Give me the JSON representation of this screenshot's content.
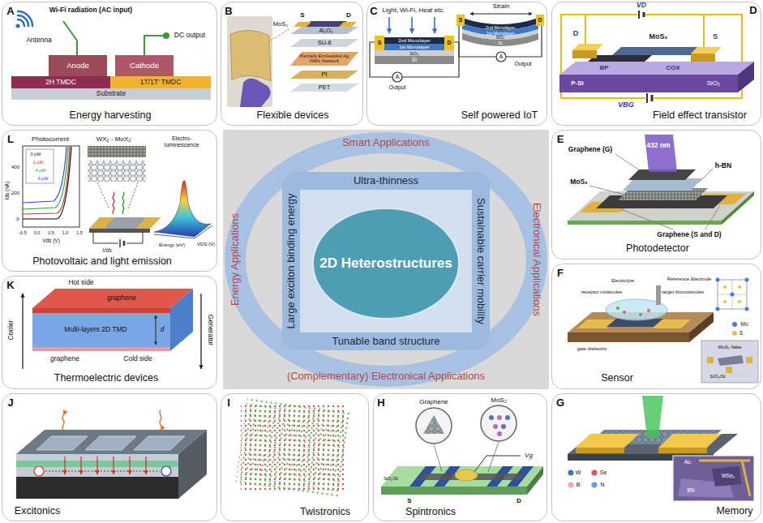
{
  "diagram": {
    "nodes": [
      {
        "text": [
          "A",
          "Energy harvesting"
        ]
      },
      {
        "text": [
          "B",
          "Flexible devices"
        ]
      },
      {
        "text": [
          "C",
          "Self powered IoT"
        ]
      },
      {
        "text": [
          "D",
          "Field effect transistor"
        ]
      },
      {
        "text": [
          "E",
          "Photodetector"
        ]
      },
      {
        "text": [
          "F",
          "Sensor"
        ]
      },
      {
        "text": [
          "G",
          "Memory"
        ]
      },
      {
        "text": [
          "H",
          "Spintronics"
        ]
      },
      {
        "text": [
          "I",
          "Twistronics"
        ]
      },
      {
        "text": [
          "J",
          "Excitonics"
        ]
      },
      {
        "text": [
          "K",
          "Thermoelectric devices"
        ]
      },
      {
        "text": [
          "L",
          "Photovoltaic and light emission"
        ]
      },
      {
        "text": [
          "Smart Applications",
          "Electronical Applications",
          "(Complementary) Electronical Applications",
          "Energy Applications"
        ]
      },
      {
        "text": [
          "Ultra-thinness",
          "Sustainable carrier mobility",
          "Tunable band structure",
          "Large exciton binding energy"
        ],
        "in": 12
      },
      {
        "text": [
          "2D Heterostructures"
        ],
        "in": 13
      }
    ],
    "labels": [
      "Wi-Fi radiation (AC input)",
      "Antenna",
      "Anode",
      "Cathode",
      "DC output",
      "2H TMDC",
      "1T/1T' TMDC",
      "Substrate",
      "S",
      "D",
      "MoS₂",
      "Al₂O₃",
      "SU-8",
      "Partially Embedded Ag NWs Network",
      "PI",
      "PET",
      "Light, Wi-Fi, Heat etc.",
      "Strain",
      "S",
      "D",
      "2nd Monolayer",
      "1st Monolayer",
      "SiO₂",
      "Si",
      "A",
      "Output",
      "S",
      "D",
      "2nd Monolayer",
      "1st Monolayer",
      "SiO₂",
      "Si",
      "A",
      "Output",
      "VD",
      "D",
      "S",
      "MoS₂",
      "BP",
      "P-Si",
      "COX",
      "SiO₂",
      "VBG",
      "Graphene (G)",
      "432 nm",
      "h-BN",
      "MoS₂",
      "Graphene (S and D)",
      "Electrolyte",
      "Reference Electrode",
      "receptor molecules",
      "target biomolecules",
      "gate dielectric",
      "Mo",
      "S",
      "MoS₂ flake",
      "SiO₂/Si",
      "W",
      "Se",
      "B",
      "N",
      "Au",
      "WSe₂",
      "BN",
      "Graphene",
      "MoS₂",
      "S",
      "D",
      "Vg",
      "SiO₂/Si",
      "Hot side",
      "graphene",
      "Cooler",
      "Generator",
      "Multi-layers 2D TMD",
      "d",
      "graphene",
      "Cold side",
      "Photocurrent",
      "Ids (nA)",
      "400",
      "200",
      "0",
      "-0.5",
      "0.0",
      "0.5",
      "1.0",
      "1.5",
      "Vds (V)",
      "0 μW",
      "1 μW",
      "4 μW",
      "9 μW",
      "WX₂ - MoX₂",
      "Electro-luminescence",
      "Vds",
      "Energy (eV)",
      "VDS (V)"
    ]
  }
}
